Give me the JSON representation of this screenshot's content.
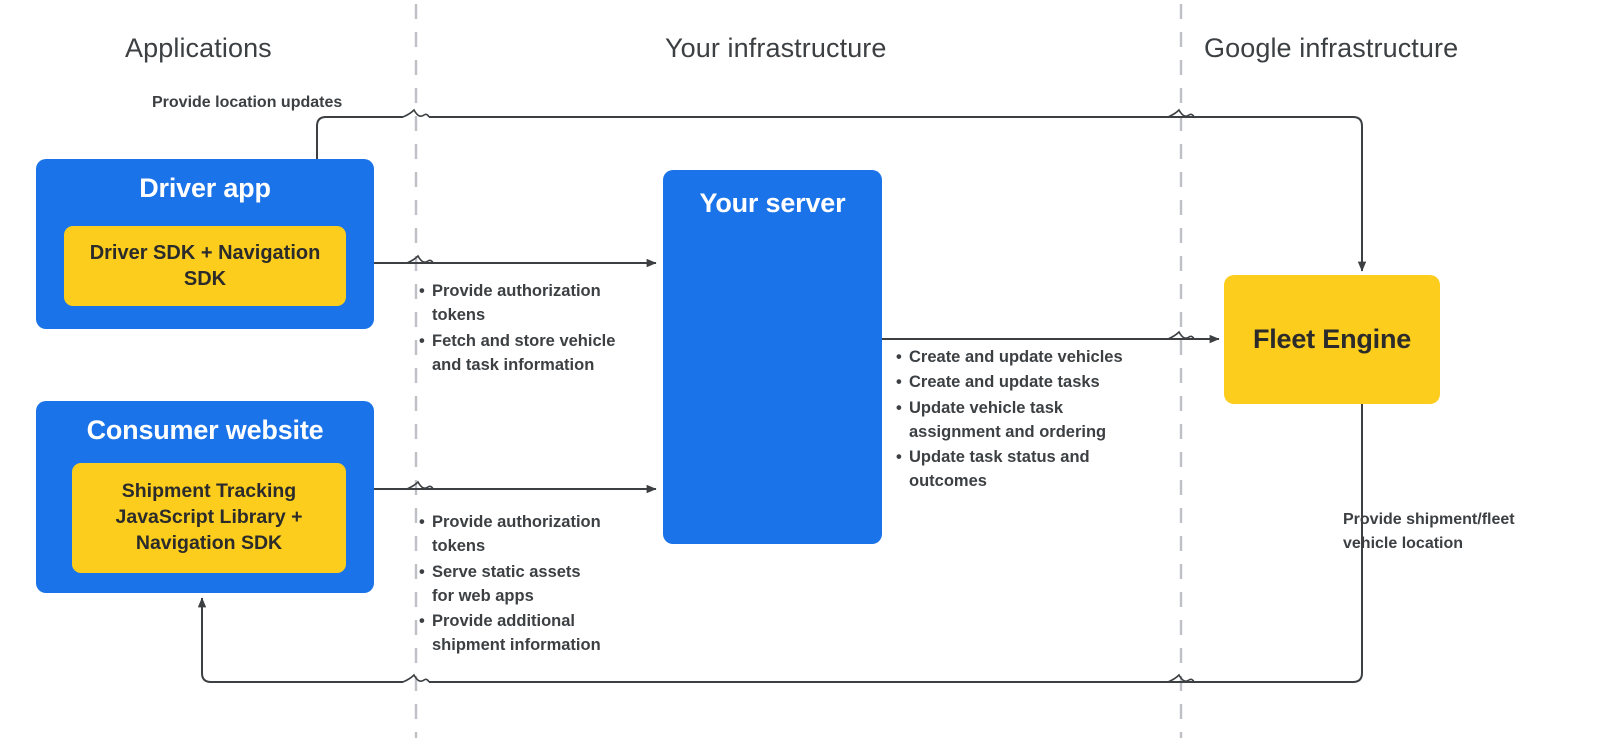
{
  "diagram": {
    "title": "Fleet Engine integration architecture",
    "background": "#ffffff",
    "colors": {
      "blue": "#1a73e8",
      "yellow": "#fccd1c",
      "text_dark": "#3c4043",
      "text_on_blue": "#ffffff",
      "line": "#3c4043",
      "divider": "#bdc1c6"
    }
  },
  "columns": [
    {
      "label": "Applications"
    },
    {
      "label": "Your infrastructure"
    },
    {
      "label": "Google infrastructure"
    }
  ],
  "nodes": {
    "driver_app": {
      "title": "Driver app",
      "inner": "Driver SDK +\nNavigation SDK"
    },
    "consumer_website": {
      "title": "Consumer website",
      "inner": "Shipment Tracking\nJavaScript Library  +\nNavigation SDK"
    },
    "your_server": {
      "title": "Your server"
    },
    "fleet_engine": {
      "title": "Fleet Engine"
    }
  },
  "annotations": {
    "location_updates": "Provide location updates",
    "shipment_fleet_location": "Provide shipment/fleet\nvehicle location"
  },
  "bullet_groups": {
    "driver_to_server": [
      "Provide authorization\ntokens",
      "Fetch and store vehicle\nand task information"
    ],
    "consumer_to_server": [
      "Provide authorization\ntokens",
      "Serve static assets\nfor web apps",
      "Provide additional\nshipment information"
    ],
    "server_to_fleet_engine": [
      "Create and update vehicles",
      "Create and update tasks",
      "Update vehicle task\nassignment and ordering",
      "Update task status and\noutcomes"
    ]
  }
}
